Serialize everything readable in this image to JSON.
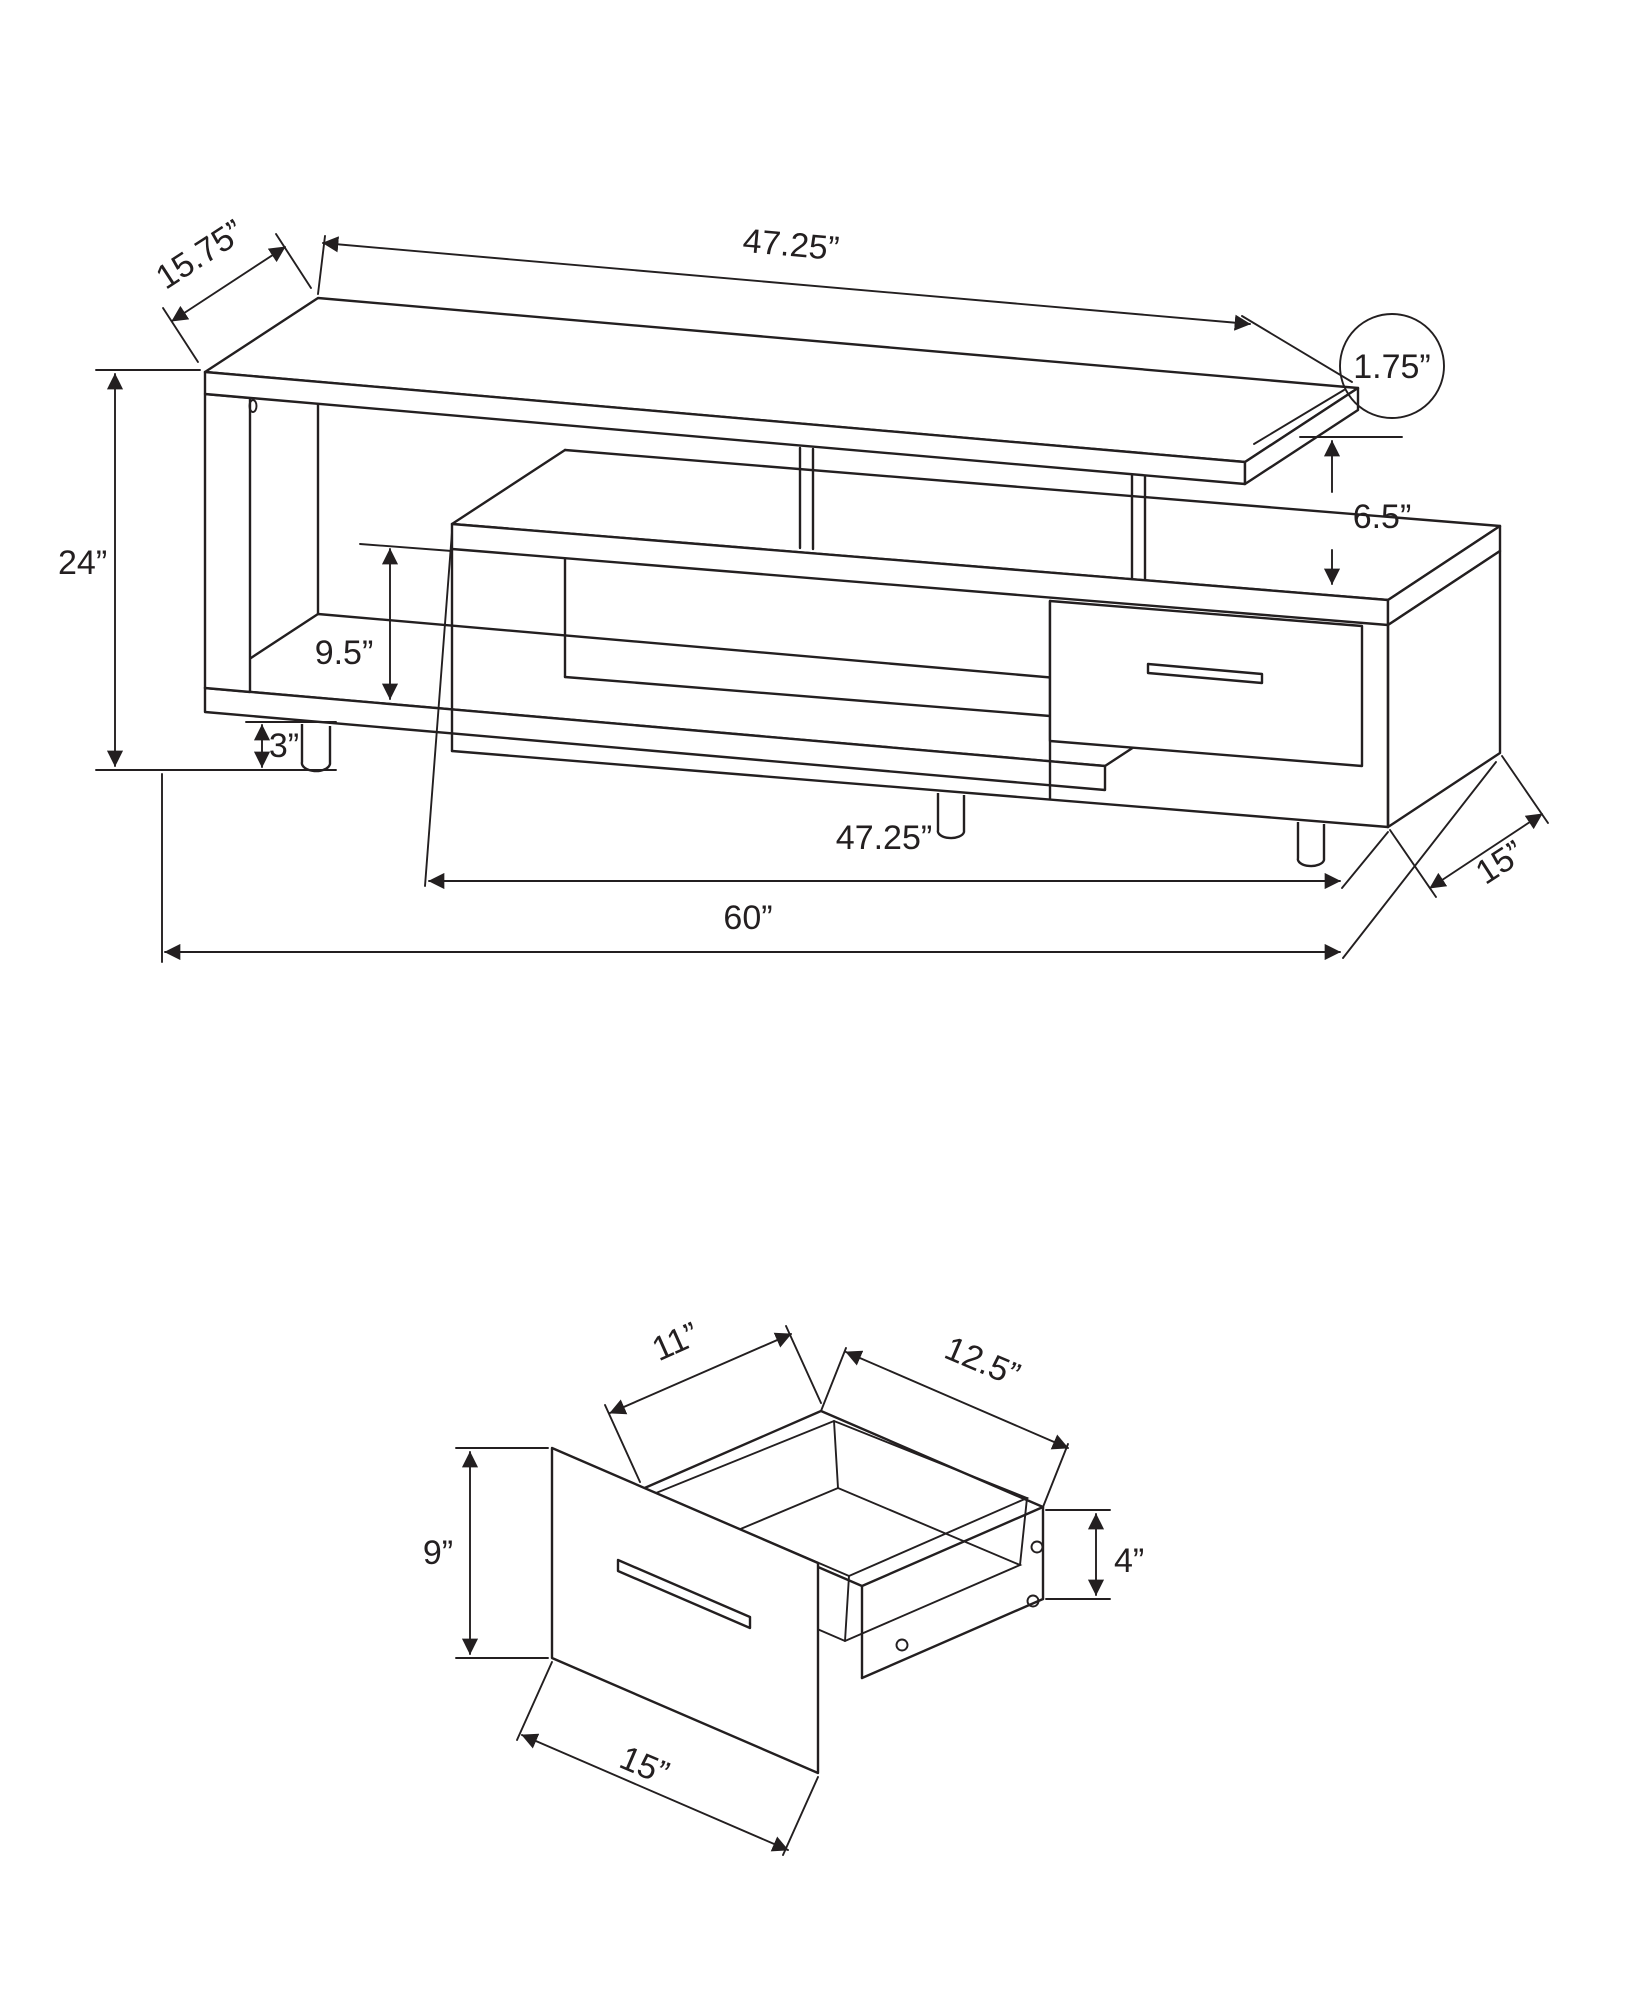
{
  "drawing": {
    "stroke_color": "#231f20",
    "background": "#ffffff"
  },
  "tv_stand": {
    "dims": {
      "top_depth": "15.75”",
      "top_length": "47.25”",
      "top_thickness": "1.75”",
      "shelf_gap": "6.5”",
      "overall_height": "24”",
      "opening_height": "9.5”",
      "leg_height": "3”",
      "base_length": "47.25”",
      "base_depth": "15”",
      "overall_width": "60”"
    }
  },
  "drawer": {
    "dims": {
      "inner_width": "11”",
      "depth": "12.5”",
      "front_height": "9”",
      "side_height": "4”",
      "front_width": "15”"
    }
  }
}
